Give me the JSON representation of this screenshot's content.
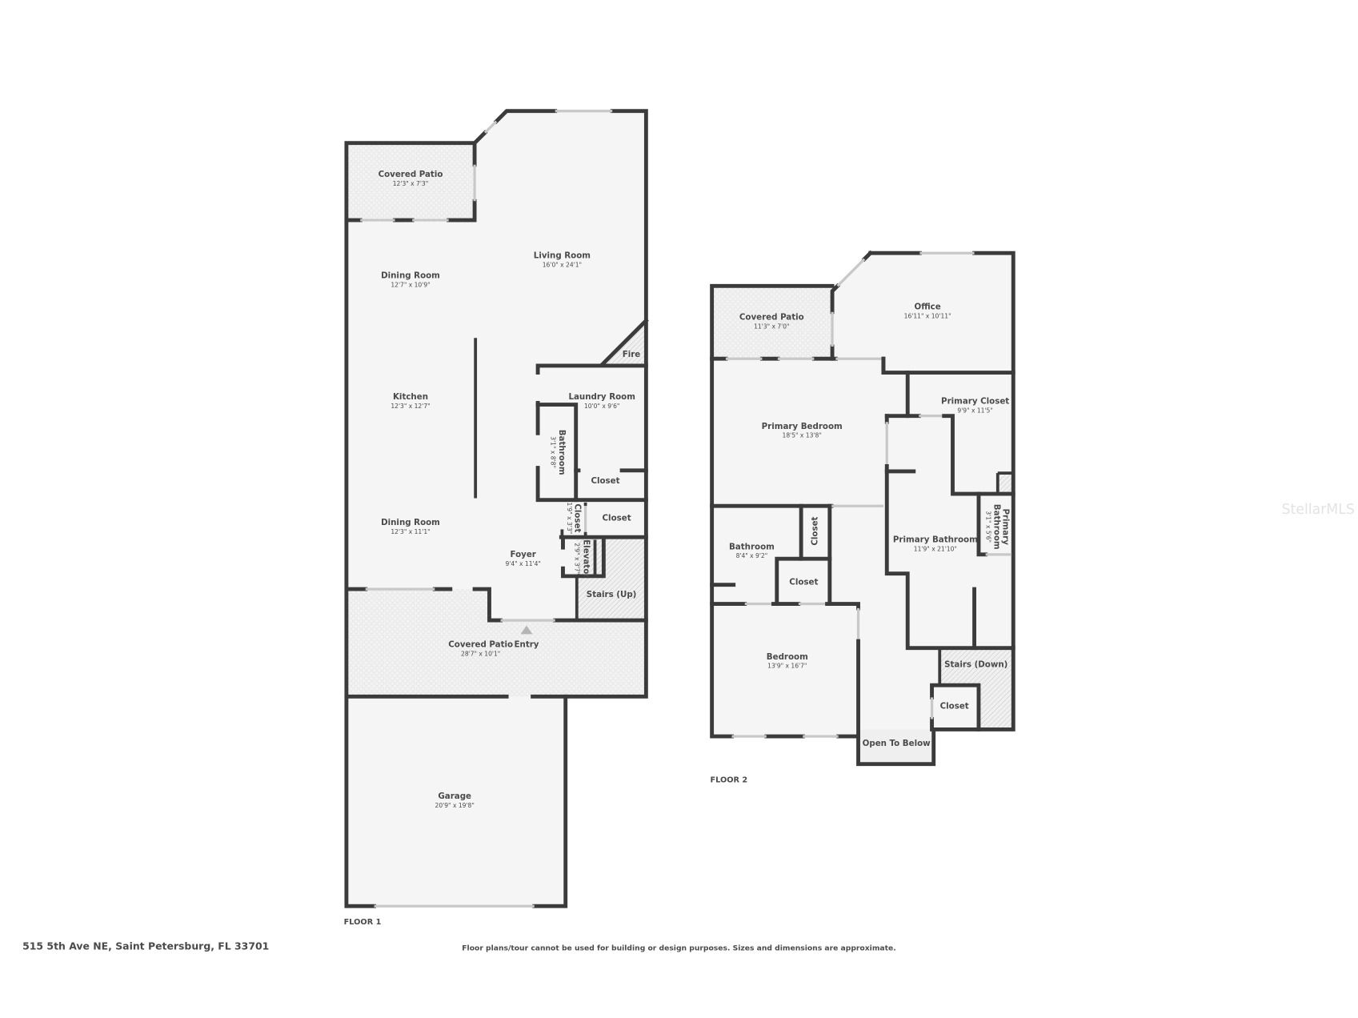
{
  "floor1": {
    "label": "FLOOR 1",
    "rooms": {
      "covered_patio_back": {
        "name": "Covered Patio",
        "dims": "12'3\" x 7'3\""
      },
      "living_room": {
        "name": "Living Room",
        "dims": "16'0\" x 24'1\""
      },
      "dining_room_1": {
        "name": "Dining Room",
        "dims": "12'7\" x 10'9\""
      },
      "fire": {
        "name": "Fire"
      },
      "kitchen": {
        "name": "Kitchen",
        "dims": "12'3\" x 12'7\""
      },
      "laundry_room": {
        "name": "Laundry Room",
        "dims": "10'0\" x 9'6\""
      },
      "bathroom": {
        "name": "Bathroom",
        "dims": "3'1\" x 8'8\""
      },
      "closet_a": {
        "name": "Closet"
      },
      "closet_b": {
        "name": "Closet",
        "dims": "1'9\" x 3'3\""
      },
      "closet_c": {
        "name": "Closet"
      },
      "dining_room_2": {
        "name": "Dining Room",
        "dims": "12'3\" x 11'1\""
      },
      "foyer": {
        "name": "Foyer",
        "dims": "9'4\" x 11'4\""
      },
      "elevator": {
        "name": "Elevator",
        "dims": "2'9\" x 3'7\""
      },
      "stairs_up": {
        "name": "Stairs (Up)"
      },
      "covered_patio_front": {
        "name": "Covered Patio",
        "dims": "28'7\" x 10'1\""
      },
      "entry": {
        "name": "Entry"
      },
      "garage": {
        "name": "Garage",
        "dims": "20'9\" x 19'8\""
      }
    }
  },
  "floor2": {
    "label": "FLOOR 2",
    "rooms": {
      "covered_patio": {
        "name": "Covered Patio",
        "dims": "11'3\" x 7'0\""
      },
      "office": {
        "name": "Office",
        "dims": "16'11\" x 10'11\""
      },
      "primary_closet": {
        "name": "Primary Closet",
        "dims": "9'9\" x 11'5\""
      },
      "primary_bedroom": {
        "name": "Primary Bedroom",
        "dims": "18'5\" x 13'8\""
      },
      "primary_bathroom": {
        "name": "Primary Bathroom",
        "dims": "11'9\" x 21'10\""
      },
      "primary_bathroom_small": {
        "name_line1": "Primary",
        "name_line2": "Bathroom",
        "dims": "3'1\" x 5'6\""
      },
      "bathroom": {
        "name": "Bathroom",
        "dims": "8'4\" x 9'2\""
      },
      "closet_a": {
        "name": "Closet"
      },
      "closet_b": {
        "name": "Closet"
      },
      "bedroom": {
        "name": "Bedroom",
        "dims": "13'9\" x 16'7\""
      },
      "stairs_down": {
        "name": "Stairs (Down)"
      },
      "closet_c": {
        "name": "Closet"
      },
      "open_to_below": {
        "name": "Open To Below"
      }
    }
  },
  "footer": {
    "address": "515 5th Ave NE, Saint Petersburg, FL 33701",
    "disclaimer": "Floor plans/tour cannot be used for building or design purposes. Sizes and dimensions are approximate."
  },
  "watermark": "StellarMLS",
  "colors": {
    "wall": "#3b3b3b",
    "floor": "#f5f5f5",
    "text": "#4a4a4a"
  }
}
